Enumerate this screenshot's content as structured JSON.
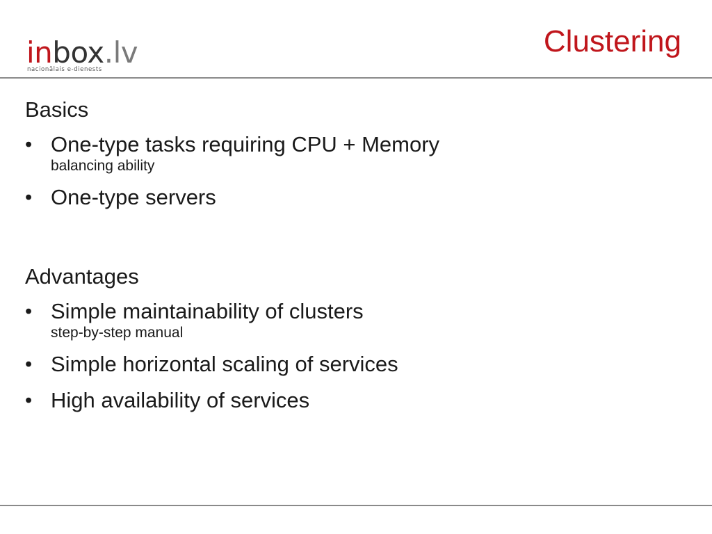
{
  "logo": {
    "word_part_a": "in",
    "word_part_b": "box",
    "word_part_c": ".lv",
    "tagline": "nacionālais e-dienests"
  },
  "title": "Clustering",
  "colors": {
    "title": "#c0161c",
    "logo_red": "#c0161c",
    "logo_dark": "#333333",
    "logo_gray": "#7a7a7a",
    "rule": "#8a8a8a"
  },
  "sections": [
    {
      "heading": "Basics",
      "bullets": [
        {
          "bullet": "•",
          "text": "One-type tasks requiring CPU + Memory",
          "sub": "balancing ability"
        },
        {
          "bullet": "•",
          "text": "One-type servers",
          "sub": ""
        }
      ]
    },
    {
      "heading": "Advantages",
      "bullets": [
        {
          "bullet": "•",
          "text": "Simple maintainability of clusters",
          "sub": "step-by-step manual"
        },
        {
          "bullet": "•",
          "text": "Simple horizontal scaling of services",
          "sub": ""
        },
        {
          "bullet": "•",
          "text": "High availability of services",
          "sub": ""
        }
      ]
    }
  ]
}
